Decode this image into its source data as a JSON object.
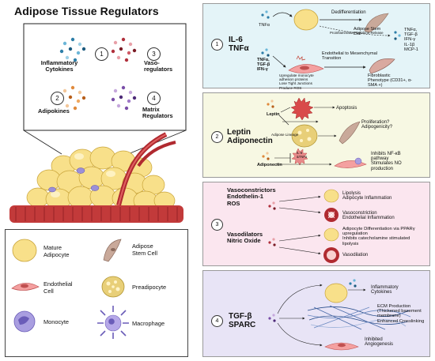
{
  "title": "Adipose Tissue Regulators",
  "inset": {
    "items": [
      {
        "num": "1",
        "label": "Inflammatory\nCytokines"
      },
      {
        "num": "3",
        "label": "Vaso-\nregulators"
      },
      {
        "num": "2",
        "label": "Adipokines"
      },
      {
        "num": "4",
        "label": "Matrix\nRegulators"
      }
    ]
  },
  "legend": {
    "mature": "Mature\nAdipocyte",
    "stem": "Adipose\nStem Cell",
    "endo": "Endothelial\nCell",
    "pre": "Preadipocyte",
    "mono": "Monocyte",
    "macro": "Macrophage"
  },
  "panel1": {
    "num": "1",
    "heading": "IL-6\nTNFα",
    "tnfa": "TNFα",
    "tnf_tgf": "TNFα,\nTGF-β\nIFN-γ",
    "dediff": "Dedifferentiation",
    "stem": "Adipose Stem\nCell",
    "proinflam": "Proinflammatory Cytokine Release",
    "cytokines": "TNFα,\nTGF-β\nIFN-γ\nIL-1β\nMCP-1",
    "endo_trans": "Endothelial to Mesenchymal\nTransition",
    "upreg": "Upregulate monocyte\nadhesion proteins\nLose Tight Junctions\nProduce ROS",
    "fibro": "Fibroblastic\nPhenotype (CD31+, α-\nSMA +)"
  },
  "panel2": {
    "num": "2",
    "heading": "Leptin\nAdiponectin",
    "leptin": "Leptin",
    "apoptosis": "Apoptosis",
    "lineage": "Adipose Lineage",
    "prolif": "Proliferation?\nAdipogenicity?",
    "adiponectin": "Adiponectin",
    "il6": "IL-6\n&TNFα",
    "inhib": "Inhibits NF-κB\npathway\nStimulates NO\nproduction"
  },
  "panel3": {
    "num": "3",
    "heading1": "Vasoconstrictors\nEndothelin-1\nROS",
    "heading2": "Vasodilators\nNitric Oxide",
    "lipolysis": "Lipolysis\nAdipocyte Inflammation",
    "vasocon": "Vasoconstriction\nEndothelial Inflammation",
    "adipodiff": "Adipocyte Differentiation via PPARγ\nupregulation\nInhibits catecholamine stimulated\nlipolysis",
    "vasodil": "Vasodilation"
  },
  "panel4": {
    "num": "4",
    "heading": "TGF-β\nSPARC",
    "inflam": "Inflammatory\nCytokines",
    "ecm": "ECM Production\n(Thickened basement\nmembrane)\nEnhanced Crosslinking",
    "angio": "Inhibited\nAngiogenesis"
  },
  "colors": {
    "panel1_bg": "#e4f4f8",
    "panel2_bg": "#f7f8e3",
    "panel3_bg": "#fbe6ef",
    "panel4_bg": "#e8e4f6",
    "adipocyte": "#f8e08a",
    "vessel": "#c0392b"
  }
}
